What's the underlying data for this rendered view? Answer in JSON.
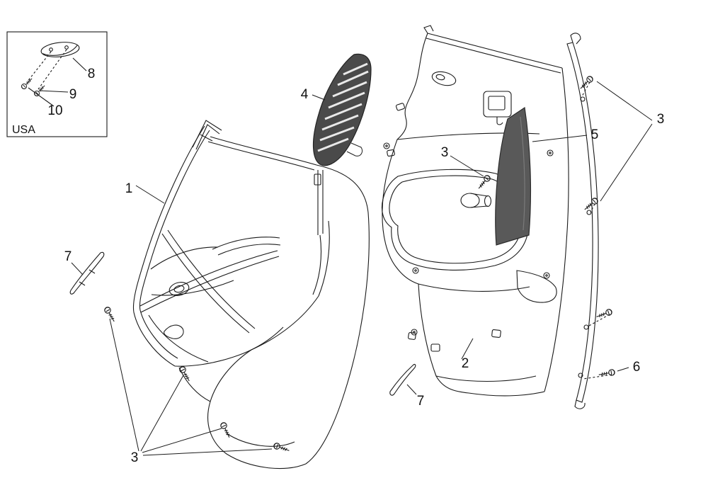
{
  "diagram": {
    "type": "exploded-parts-diagram",
    "region_inset_label": "USA",
    "callouts": {
      "c1": "1",
      "c2": "2",
      "c3_center": "3",
      "c3_right": "3",
      "c3_bottom_left": "3",
      "c4": "4",
      "c5": "5",
      "c6": "6",
      "c7_left": "7",
      "c7_bottom": "7",
      "c8": "8",
      "c9": "9",
      "c10": "10"
    },
    "colors": {
      "line": "#1a1a1a",
      "dark_part_fill": "#4a4a4a",
      "dark_panel_fill": "#595959",
      "background": "#ffffff"
    }
  }
}
